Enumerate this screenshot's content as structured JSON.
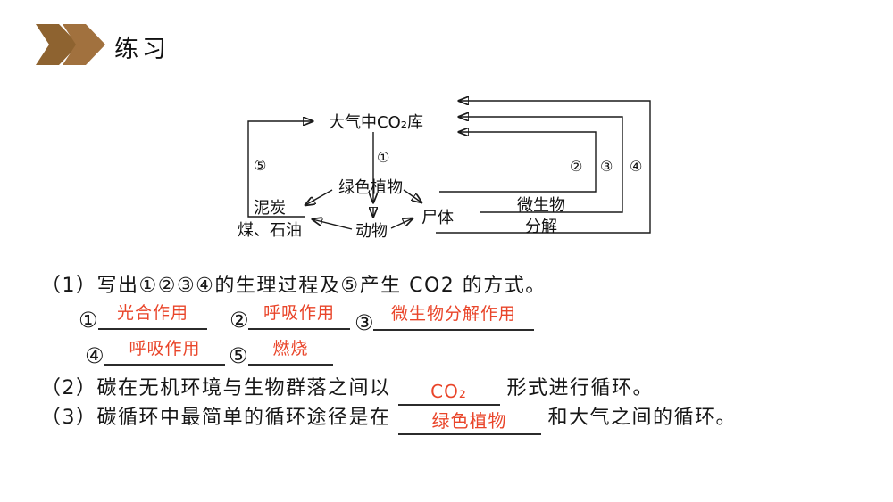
{
  "colors": {
    "accent_brown": "#956735",
    "accent_brown_light": "#A1713E",
    "answer_red": "#E9452A",
    "ink": "#161616"
  },
  "header": {
    "title": "练习"
  },
  "diagram": {
    "atmosphere": "大气中CO₂库",
    "green_plants": "绿色植物",
    "peat": "泥炭",
    "coal_oil": "煤、石油",
    "animals": "动物",
    "corpse": "尸体",
    "microbes_line1": "微生物",
    "microbes_line2": "分解",
    "label_1": "①",
    "label_2": "②",
    "label_3": "③",
    "label_4": "④",
    "label_5": "⑤"
  },
  "questions": {
    "q1": {
      "text": "（1）写出①②③④的生理过程及⑤产生 CO2 的方式。",
      "answers": [
        {
          "num": "①",
          "text": "光合作用"
        },
        {
          "num": "②",
          "text": "呼吸作用"
        },
        {
          "num": "③",
          "text": "微生物分解作用"
        },
        {
          "num": "④",
          "text": "呼吸作用"
        },
        {
          "num": "⑤",
          "text": "燃烧"
        }
      ]
    },
    "q2": {
      "prefix": "（2）碳在无机环境与生物群落之间以",
      "answer": "CO₂",
      "suffix": "形式进行循环。"
    },
    "q3": {
      "prefix": "（3）碳循环中最简单的循环途径是在",
      "answer": "绿色植物",
      "suffix": "和大气之间的循环。"
    }
  }
}
